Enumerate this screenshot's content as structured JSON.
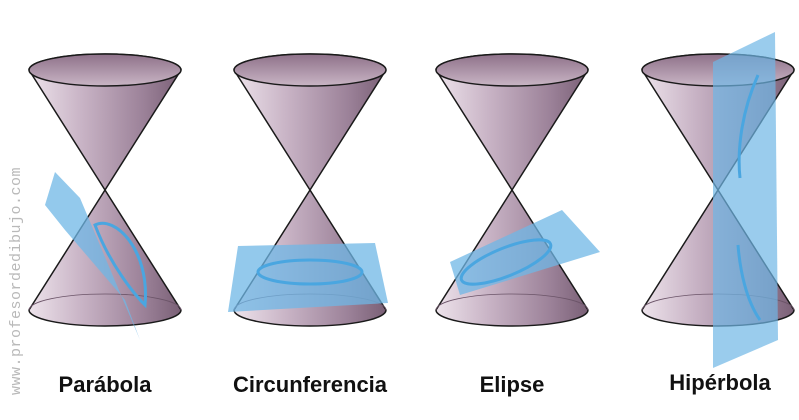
{
  "watermark": "www.profesordedibujo.com",
  "colors": {
    "cone_light": "#e8dce6",
    "cone_dark": "#8a6f86",
    "cone_outline": "#1a1a1a",
    "plane_fill": "#6fb7e6",
    "section_stroke": "#4aa6e0"
  },
  "sections": [
    {
      "label": "Parábola",
      "icon": "parabola-section"
    },
    {
      "label": "Circunferencia",
      "icon": "circle-section"
    },
    {
      "label": "Elipse",
      "icon": "ellipse-section"
    },
    {
      "label": "Hipérbola",
      "icon": "hyperbola-section"
    }
  ]
}
